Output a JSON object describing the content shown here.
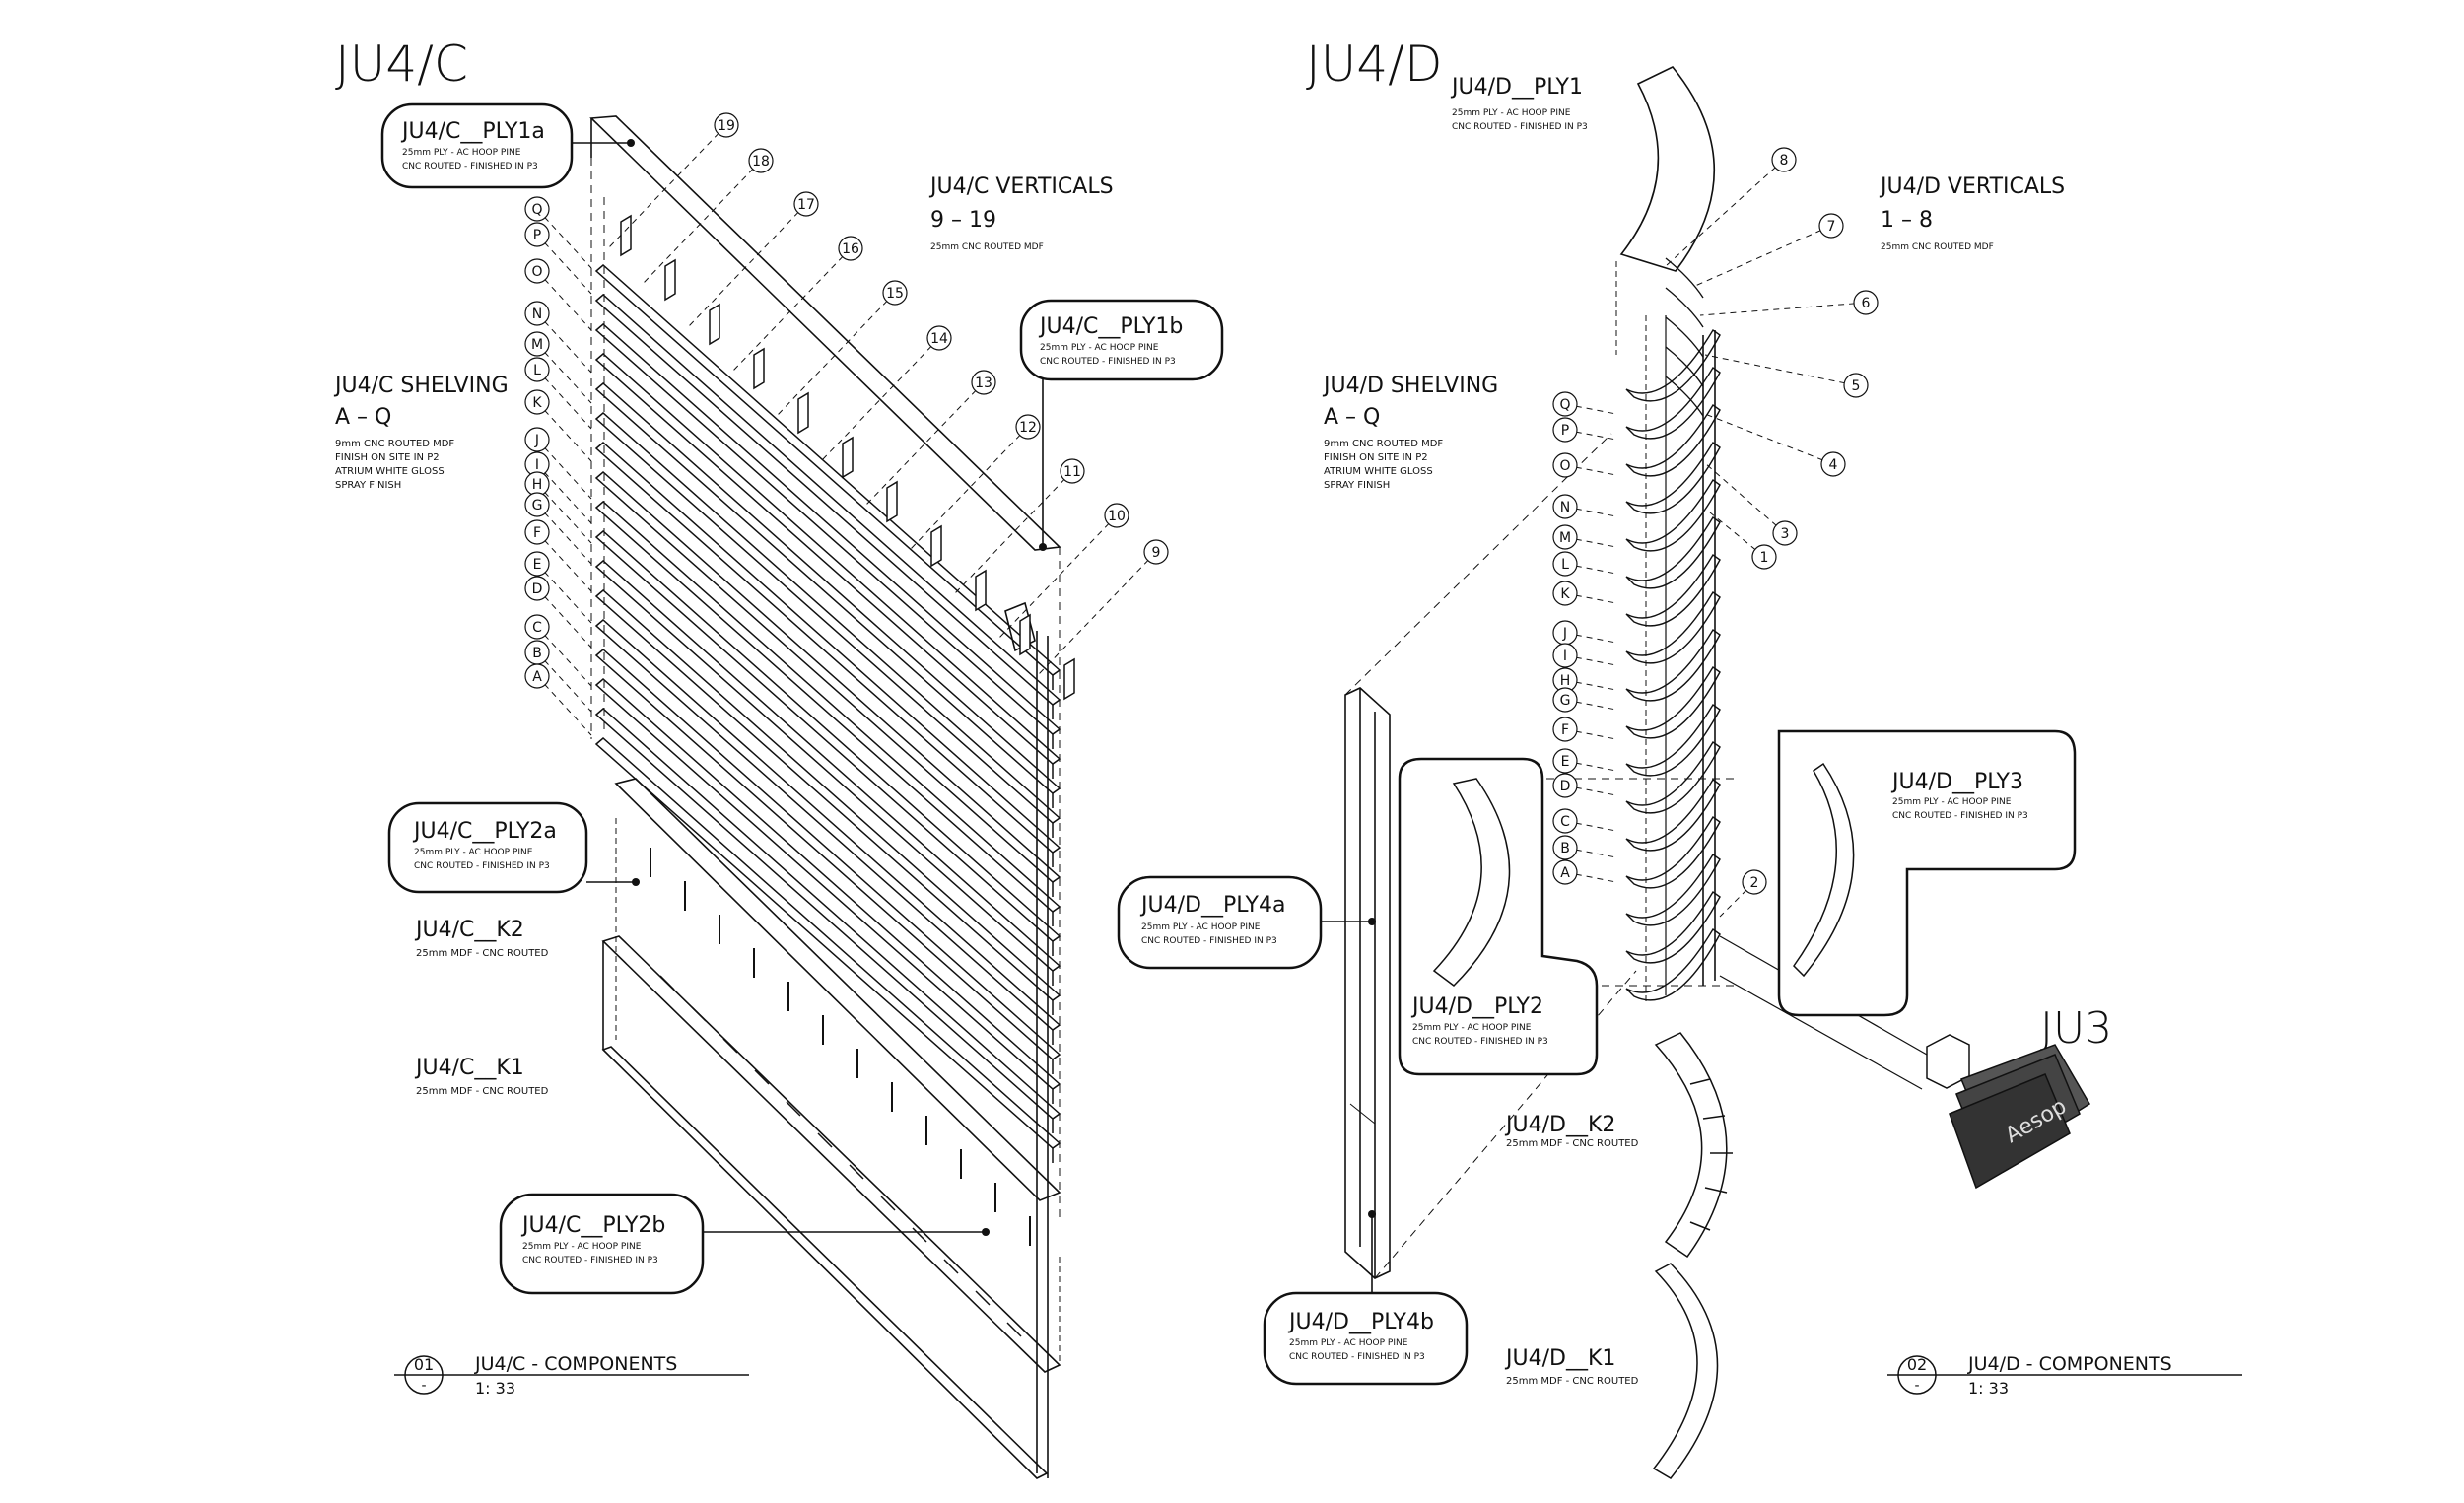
{
  "drawing": {
    "c": {
      "title": "JU4/C",
      "verticals_title": "JU4/C VERTICALS",
      "verticals_range": "9 – 19",
      "verticals_spec": "25mm CNC ROUTED MDF",
      "shelving_title": "JU4/C SHELVING",
      "shelving_range": "A – Q",
      "shelving_spec": [
        "9mm CNC ROUTED MDF",
        "FINISH ON SITE IN P2",
        "ATRIUM WHITE GLOSS",
        "SPRAY FINISH"
      ],
      "k2_title": "JU4/C__K2",
      "k2_spec": "25mm MDF - CNC ROUTED",
      "k1_title": "JU4/C__K1",
      "k1_spec": "25mm MDF - CNC ROUTED",
      "clouds": [
        {
          "title": "JU4/C__PLY1a",
          "spec1": "25mm PLY - AC HOOP PINE",
          "spec2": "CNC ROUTED - FINISHED IN P3"
        },
        {
          "title": "JU4/C__PLY1b",
          "spec1": "25mm PLY - AC HOOP PINE",
          "spec2": "CNC ROUTED - FINISHED IN P3"
        },
        {
          "title": "JU4/C__PLY2a",
          "spec1": "25mm PLY - AC HOOP PINE",
          "spec2": "CNC ROUTED - FINISHED IN P3"
        },
        {
          "title": "JU4/C__PLY2b",
          "spec1": "25mm PLY - AC HOOP PINE",
          "spec2": "CNC ROUTED - FINISHED IN P3"
        }
      ],
      "shelf_letters": [
        "Q",
        "P",
        "O",
        "N",
        "M",
        "L",
        "K",
        "J",
        "I",
        "H",
        "G",
        "F",
        "E",
        "D",
        "C",
        "B",
        "A"
      ],
      "vertical_numbers": [
        "19",
        "18",
        "17",
        "16",
        "15",
        "14",
        "13",
        "12",
        "11",
        "10",
        "9"
      ],
      "footer": {
        "number": "01",
        "sub": "-",
        "title": "JU4/C - COMPONENTS",
        "scale": "1: 33"
      }
    },
    "d": {
      "title": "JU4/D",
      "ply1_title": "JU4/D__PLY1",
      "ply1_spec1": "25mm PLY - AC HOOP PINE",
      "ply1_spec2": "CNC ROUTED - FINISHED IN P3",
      "verticals_title": "JU4/D VERTICALS",
      "verticals_range": "1 – 8",
      "verticals_spec": "25mm CNC ROUTED MDF",
      "shelving_title": "JU4/D SHELVING",
      "shelving_range": "A – Q",
      "shelving_spec": [
        "9mm CNC ROUTED MDF",
        "FINISH ON SITE IN P2",
        "ATRIUM WHITE GLOSS",
        "SPRAY FINISH"
      ],
      "k2_title": "JU4/D__K2",
      "k2_spec": "25mm MDF - CNC ROUTED",
      "k1_title": "JU4/D__K1",
      "k1_spec": "25mm MDF - CNC ROUTED",
      "clouds": [
        {
          "title": "JU4/D__PLY3",
          "spec1": "25mm PLY - AC HOOP PINE",
          "spec2": "CNC ROUTED - FINISHED IN P3"
        },
        {
          "title": "JU4/D__PLY4a",
          "spec1": "25mm PLY - AC HOOP PINE",
          "spec2": "CNC ROUTED - FINISHED IN P3"
        },
        {
          "title": "JU4/D__PLY2",
          "spec1": "25mm PLY - AC HOOP PINE",
          "spec2": "CNC ROUTED - FINISHED IN P3"
        },
        {
          "title": "JU4/D__PLY4b",
          "spec1": "25mm PLY - AC HOOP PINE",
          "spec2": "CNC ROUTED - FINISHED IN P3"
        }
      ],
      "shelf_letters": [
        "Q",
        "P",
        "O",
        "N",
        "M",
        "L",
        "K",
        "J",
        "I",
        "H",
        "G",
        "F",
        "E",
        "D",
        "C",
        "B",
        "A"
      ],
      "vertical_numbers": [
        "8",
        "7",
        "6",
        "5",
        "4",
        "3",
        "1",
        "2"
      ],
      "footer": {
        "number": "02",
        "sub": "-",
        "title": "JU4/D - COMPONENTS",
        "scale": "1: 33"
      }
    },
    "ju3_label": "JU3",
    "ju3_logo": "Aesop"
  }
}
